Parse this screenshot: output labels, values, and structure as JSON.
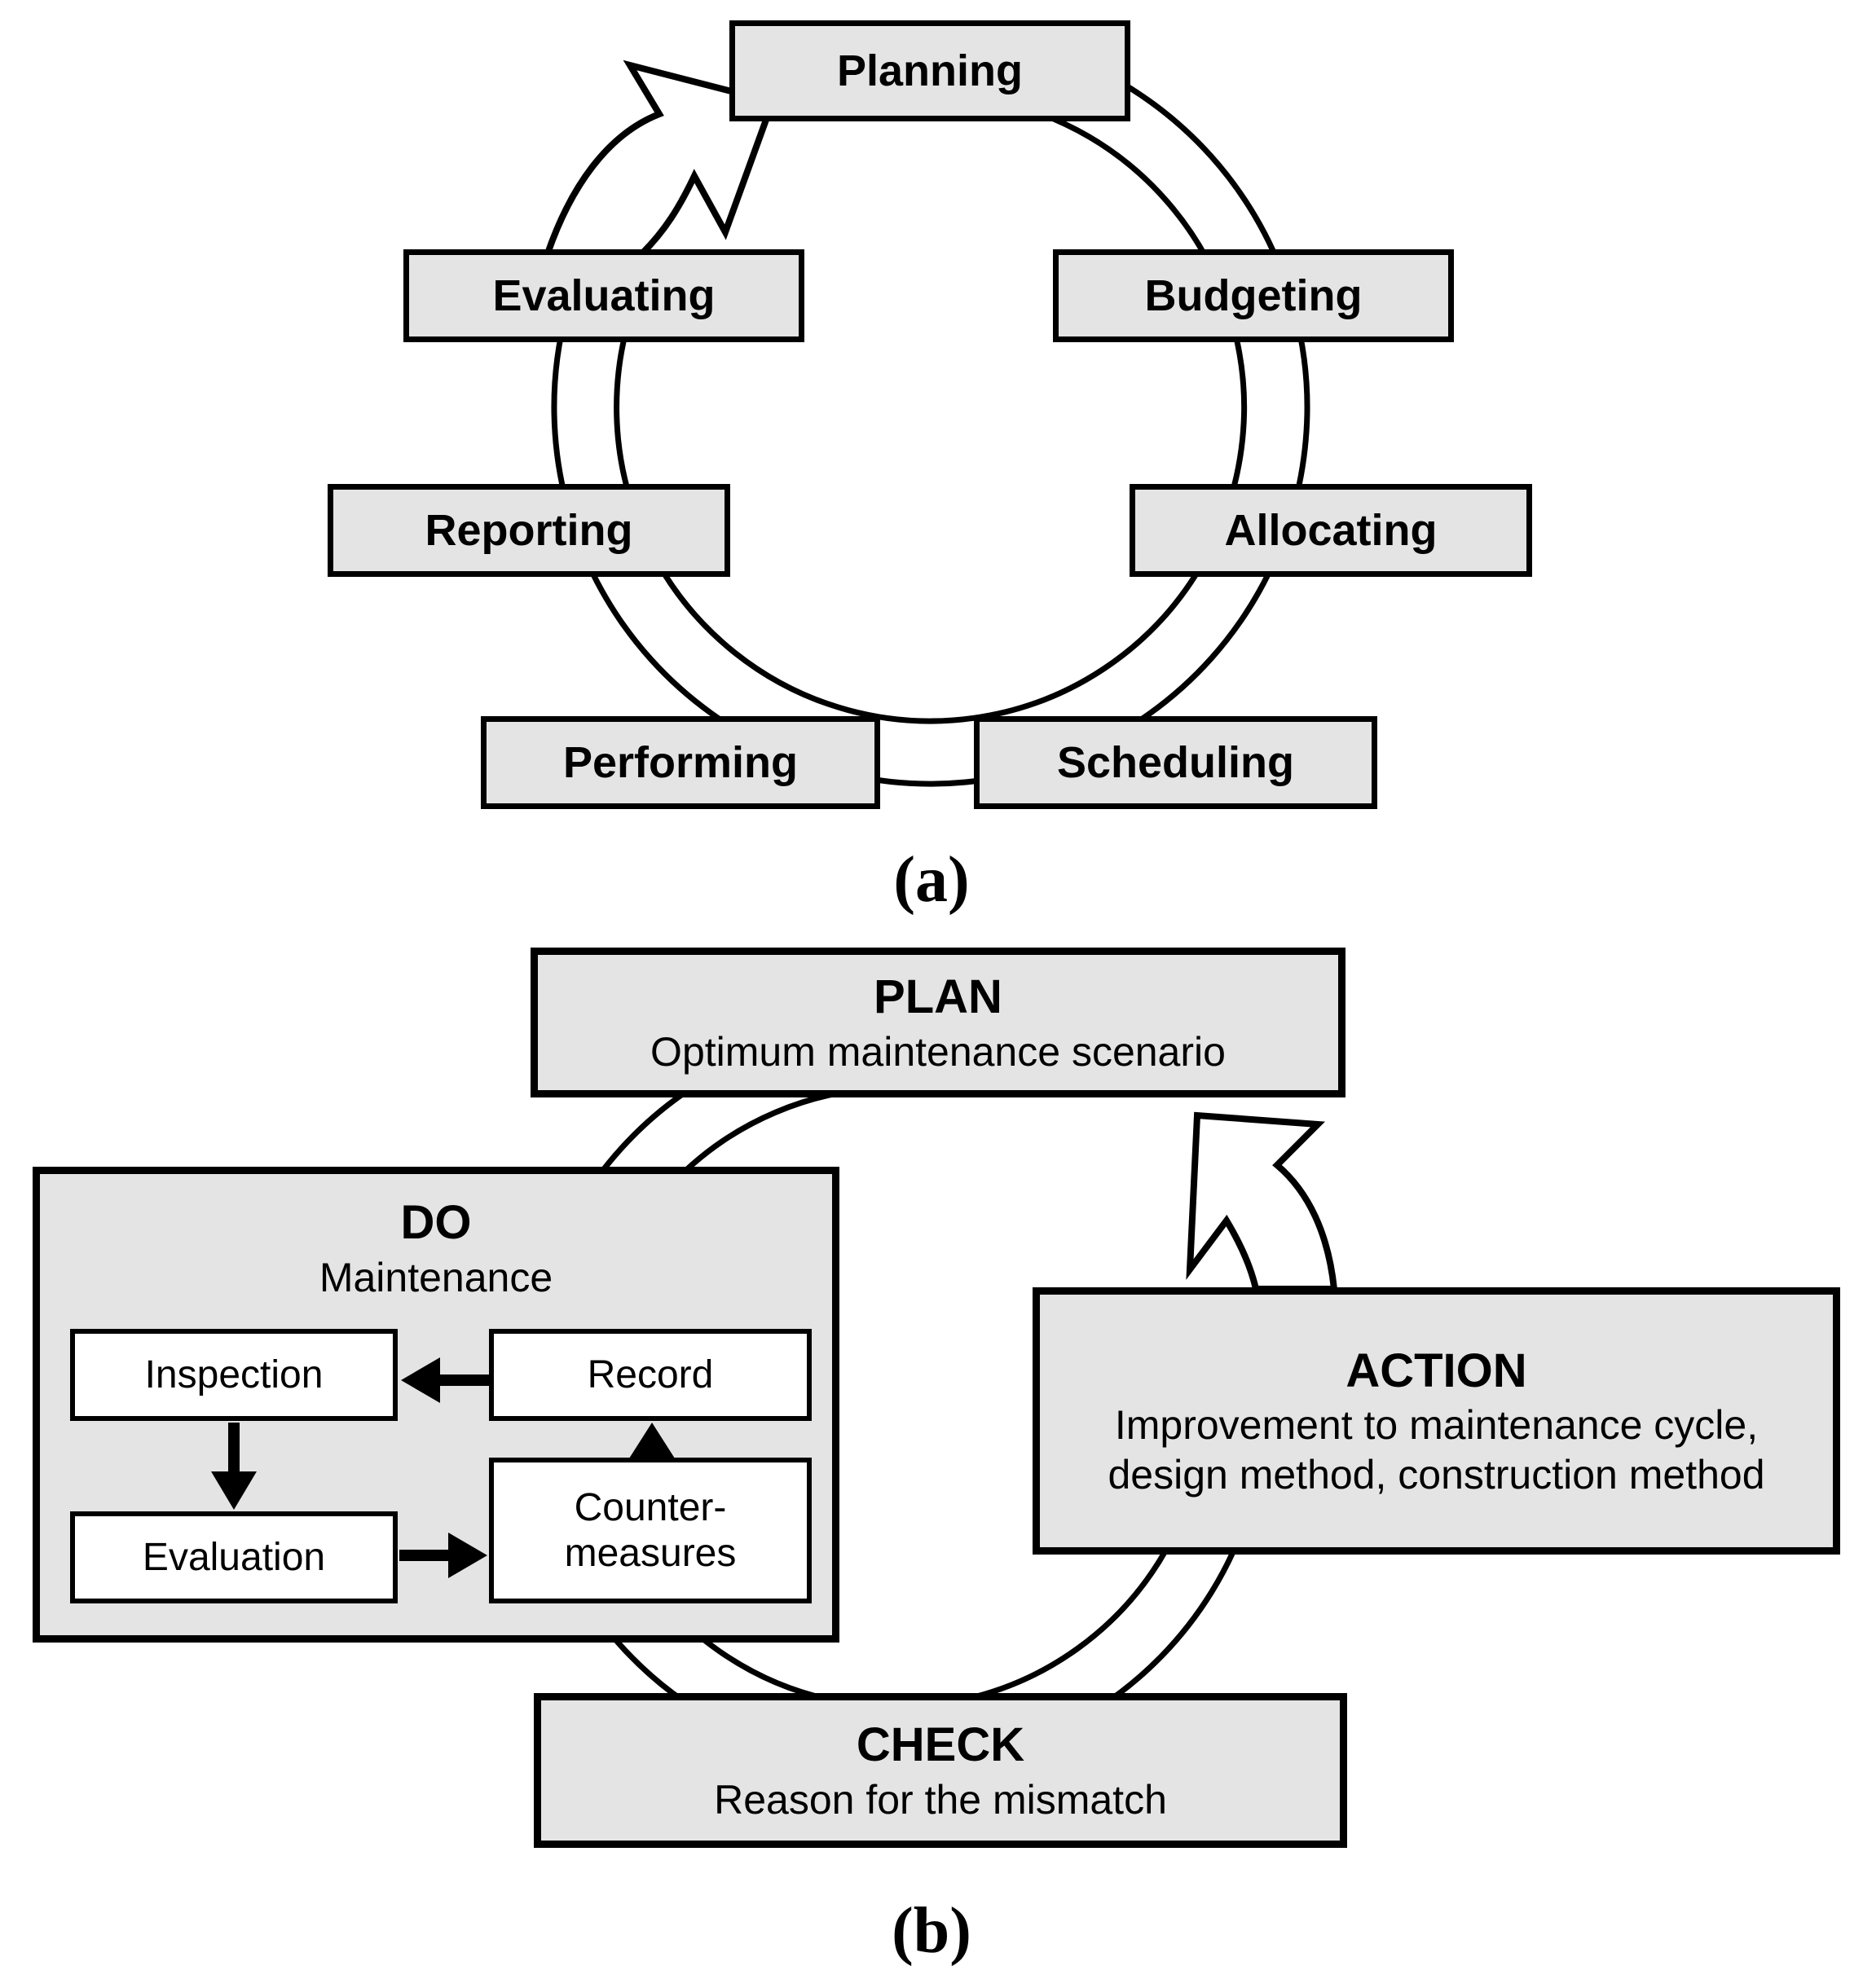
{
  "colors": {
    "box_fill": "#e4e4e4",
    "line": "#000000",
    "inner_box_fill": "#ffffff"
  },
  "part_a": {
    "caption": "(a)",
    "nodes": {
      "planning": "Planning",
      "budgeting": "Budgeting",
      "allocating": "Allocating",
      "scheduling": "Scheduling",
      "performing": "Performing",
      "reporting": "Reporting",
      "evaluating": "Evaluating"
    }
  },
  "part_b": {
    "caption": "(b)",
    "plan": {
      "title": "PLAN",
      "subtitle": "Optimum maintenance scenario"
    },
    "do": {
      "title": "DO",
      "subtitle": "Maintenance",
      "inner": {
        "inspection": "Inspection",
        "record": "Record",
        "evaluation": "Evaluation",
        "countermeasures": "Counter-measures"
      }
    },
    "action": {
      "title": "ACTION",
      "subtitle": "Improvement to maintenance cycle, design method, construction method"
    },
    "check": {
      "title": "CHECK",
      "subtitle": "Reason for the mismatch"
    }
  }
}
